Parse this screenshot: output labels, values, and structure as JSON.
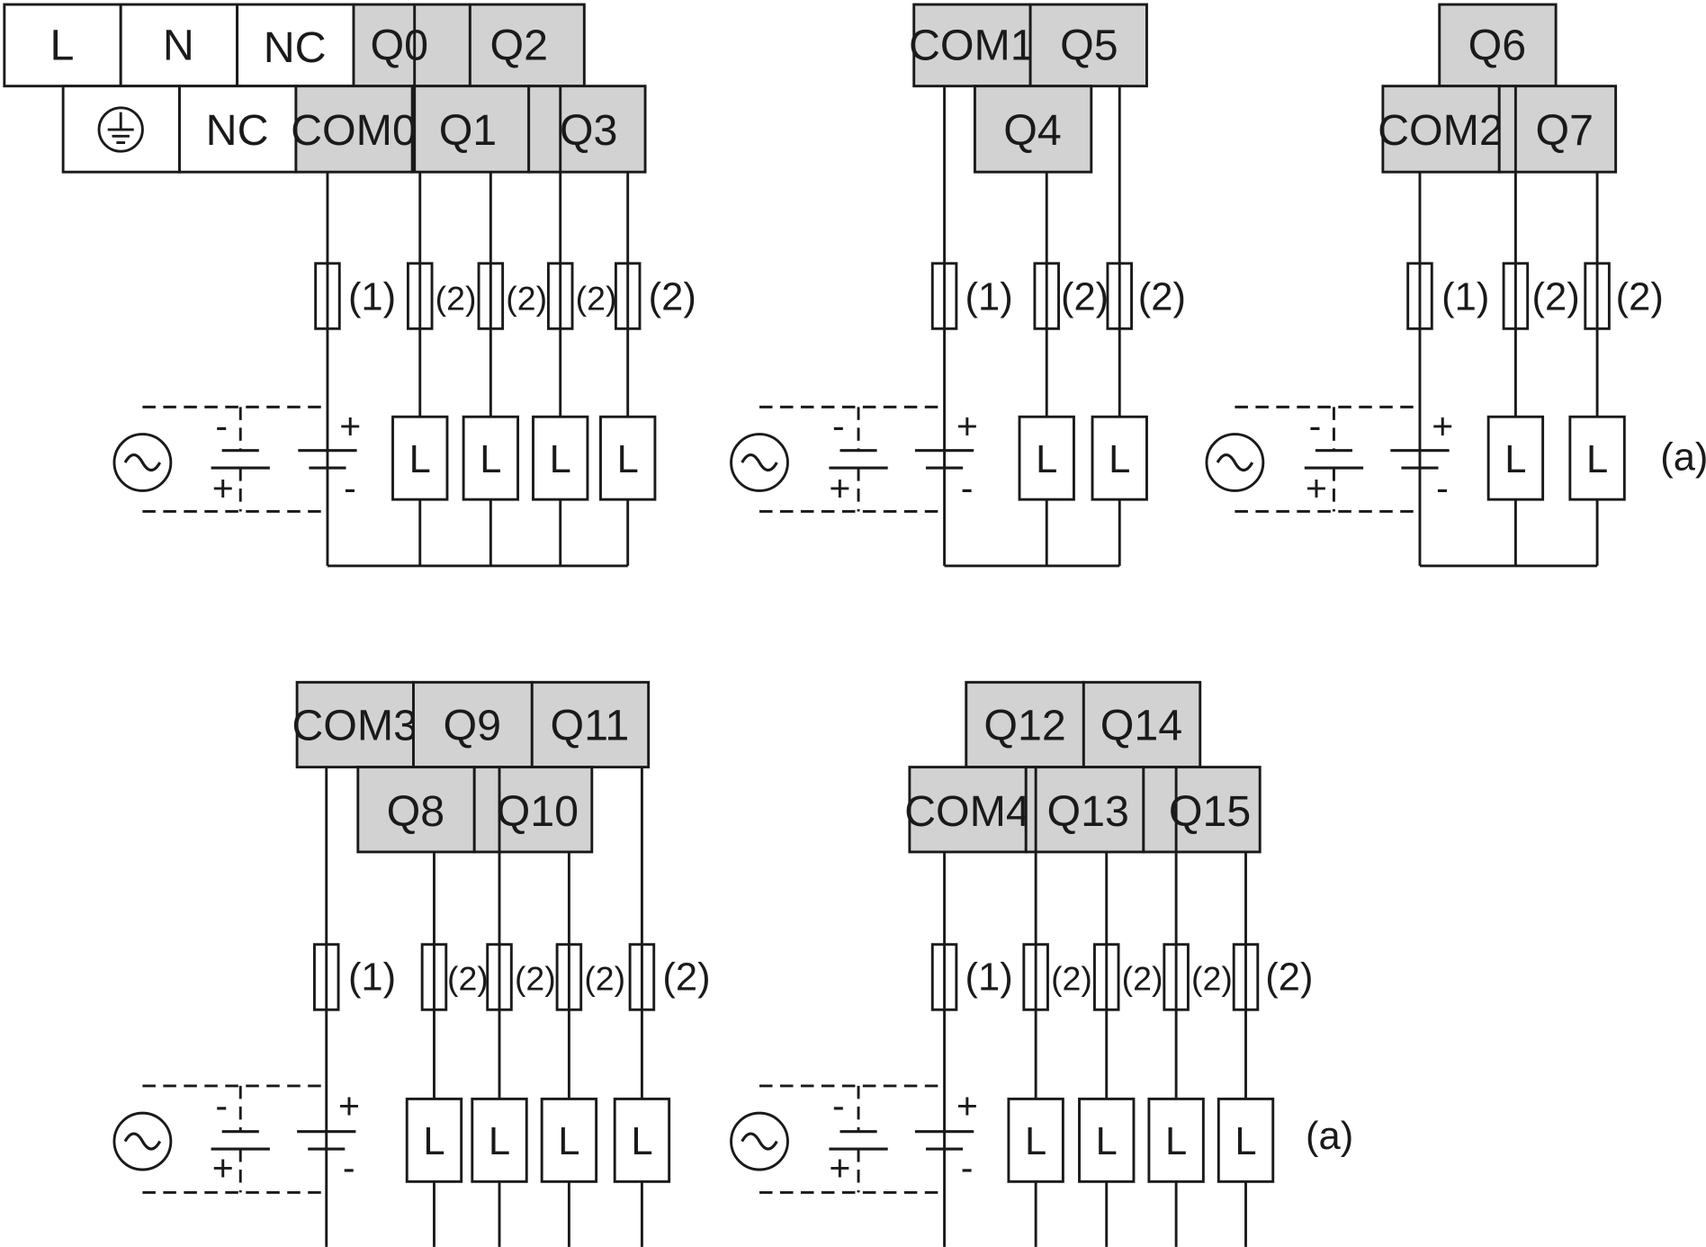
{
  "blocks": [
    {
      "id": "block-1",
      "top_terminals": [
        "L",
        "N",
        "NC",
        "Q0",
        "Q2"
      ],
      "bottom_terminals": [
        "earth",
        "NC",
        "COM0",
        "Q1",
        "Q3"
      ],
      "fuse_labels": [
        "(1)",
        "(2)",
        "(2)",
        "(2)",
        "(2)"
      ],
      "loads": [
        "L",
        "L",
        "L",
        "L"
      ],
      "supply_signs": {
        "dc_top": "-",
        "dc_bottom": "+",
        "dc2_top": "+",
        "dc2_bottom": "-"
      }
    },
    {
      "id": "block-2",
      "top_terminals": [
        "COM1",
        "Q5"
      ],
      "bottom_terminals": [
        "Q4"
      ],
      "fuse_labels": [
        "(1)",
        "(2)",
        "(2)"
      ],
      "loads": [
        "L",
        "L"
      ],
      "supply_signs": {
        "dc_top": "-",
        "dc_bottom": "+",
        "dc2_top": "+",
        "dc2_bottom": "-"
      }
    },
    {
      "id": "block-3",
      "top_terminals": [
        "Q6"
      ],
      "bottom_terminals": [
        "COM2",
        "Q7"
      ],
      "fuse_labels": [
        "(1)",
        "(2)",
        "(2)"
      ],
      "loads": [
        "L",
        "L"
      ],
      "supply_signs": {
        "dc_top": "-",
        "dc_bottom": "+",
        "dc2_top": "+",
        "dc2_bottom": "-"
      },
      "side_note": "(a)"
    },
    {
      "id": "block-4",
      "top_terminals": [
        "COM3",
        "Q9",
        "Q11"
      ],
      "bottom_terminals": [
        "Q8",
        "Q10"
      ],
      "fuse_labels": [
        "(1)",
        "(2)",
        "(2)",
        "(2)",
        "(2)"
      ],
      "loads": [
        "L",
        "L",
        "L",
        "L"
      ],
      "supply_signs": {
        "dc_top": "-",
        "dc_bottom": "+",
        "dc2_top": "+",
        "dc2_bottom": "-"
      }
    },
    {
      "id": "block-5",
      "top_terminals": [
        "Q12",
        "Q14"
      ],
      "bottom_terminals": [
        "COM4",
        "Q13",
        "Q15"
      ],
      "fuse_labels": [
        "(1)",
        "(2)",
        "(2)",
        "(2)",
        "(2)"
      ],
      "loads": [
        "L",
        "L",
        "L",
        "L"
      ],
      "supply_signs": {
        "dc_top": "-",
        "dc_bottom": "+",
        "dc2_top": "+",
        "dc2_bottom": "-"
      },
      "side_note": "(a)"
    }
  ],
  "colors": {
    "terminal_fill": "#d2d2d2",
    "line": "#1a1a1a",
    "background": "#ffffff"
  },
  "icons": {
    "earth_terminal": "protective-earth-icon",
    "ac_source": "ac-source-icon",
    "dc_source": "battery-icon",
    "fuse": "fuse-icon"
  }
}
